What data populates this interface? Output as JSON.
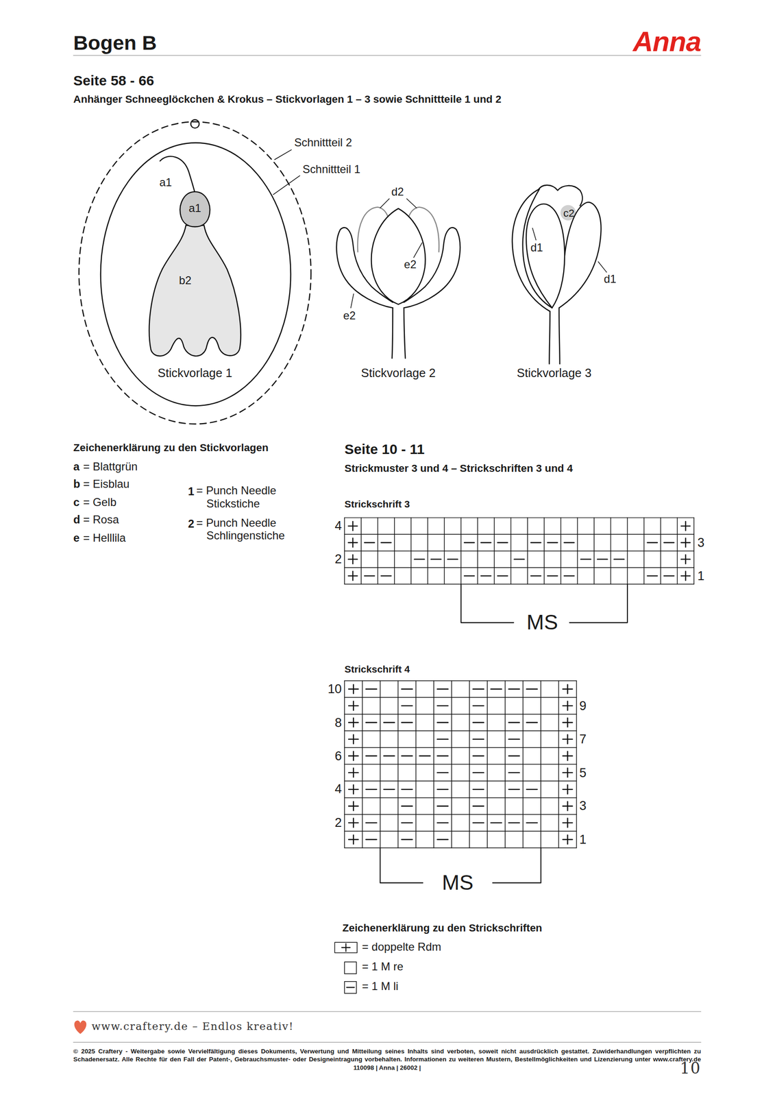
{
  "diagram": {
    "title": "Bogen B",
    "labels": [
      "Anna",
      "Seite 58 - 66",
      "Anhänger Schneeglöckchen & Krokus – Stickvorlagen 1 – 3 sowie Schnittteile 1 und 2",
      "Schnittteil 2",
      "Schnittteil 1",
      "a1",
      "a1",
      "b2",
      "d2",
      "e2",
      "e2",
      "c2",
      "d1",
      "d1",
      "Stickvorlage 1",
      "Stickvorlage 2",
      "Stickvorlage 3",
      "Zeichenerklärung zu den Stickvorlagen",
      "a",
      "= Blattgrün",
      "b",
      "= Eisblau",
      "c",
      "= Gelb",
      "d",
      "= Rosa",
      "e",
      "= Helllila",
      "1",
      "= Punch Needle Stickstiche",
      "2",
      "= Punch Needle Schlingenstiche",
      "Seite 10 - 11",
      "Strickmuster 3 und 4 – Strickschriften 3 und 4",
      "Strickschrift 3",
      "4",
      "3",
      "2",
      "1",
      "MS",
      "Strickschrift 4",
      "10",
      "9",
      "8",
      "7",
      "6",
      "5",
      "4",
      "3",
      "2",
      "1",
      "MS",
      "Zeichenerklärung zu den Strickschriften",
      "www.craftery.de – Endlos kreativ!",
      "© 2025 Craftery - Weitergabe sowie Vervielfältigung dieses Dokuments, Verwertung und Mitteilung seines Inhalts sind verboten, soweit nicht ausdrücklich gestattet. Zuwiderhandlungen verpflichten zu Schadenersatz. Alle Rechte für den Fall der Patent-, Gebrauchsmuster- oder Designeintragung vorbehalten. Informationen zu weiteren Mustern, Bestellmöglichkeiten und Lizenzierung unter www.craftery.de 110098 | Anna | 26002 |",
      "10"
    ],
    "legend": [
      {
        "text": "= doppelte Rdm"
      },
      {
        "text": "= 1 M re"
      },
      {
        "text": "= 1 M li"
      }
    ]
  }
}
